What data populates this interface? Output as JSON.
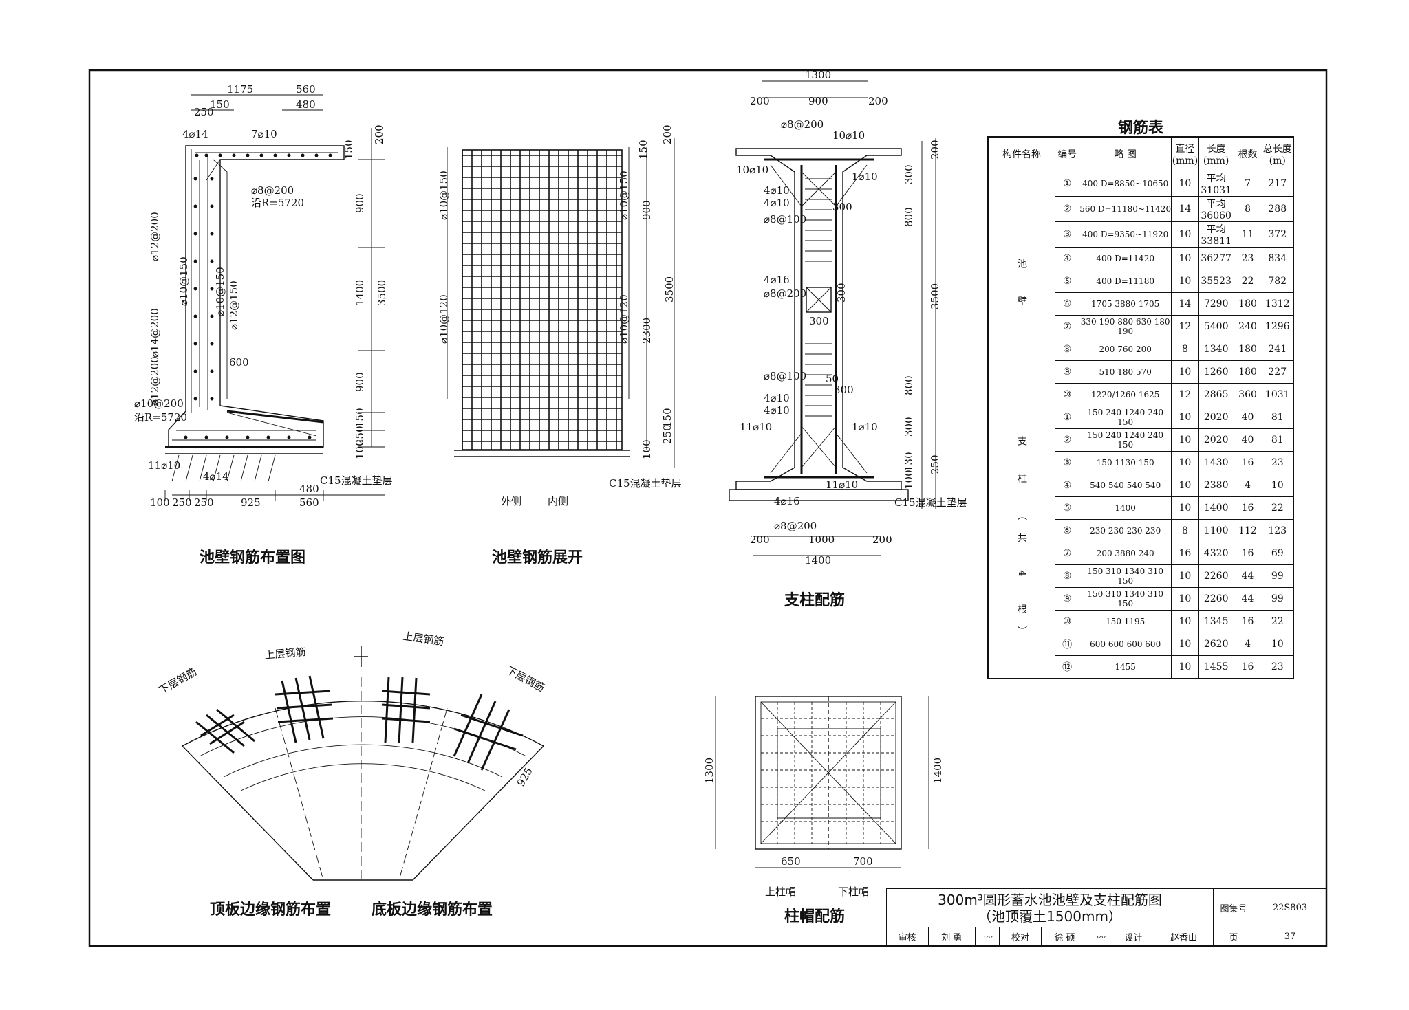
{
  "drawings": {
    "wall_layout": {
      "caption": "池壁钢筋布置图",
      "dims_top": [
        "1175",
        "560",
        "150",
        "480",
        "250"
      ],
      "dims_bottom": [
        "100",
        "250",
        "250",
        "925",
        "480",
        "560"
      ],
      "dims_right": [
        "200",
        "150",
        "900",
        "1400",
        "3500",
        "900",
        "150",
        "250",
        "100"
      ],
      "labels": [
        "4⌀14",
        "7⌀10",
        "⌀8@200",
        "沿R=5720",
        "⌀12@200",
        "⌀14@200",
        "⌀10@150",
        "⌀10@150",
        "⌀12@150",
        "⌀12@200",
        "600",
        "⌀10@200",
        "沿R=5720",
        "11⌀10",
        "4⌀14",
        "C15混凝土垫层"
      ]
    },
    "wall_unfolded": {
      "caption": "池壁钢筋展开",
      "labels": [
        "⌀10@150",
        "⌀10@150",
        "⌀10@120",
        "⌀10@120",
        "外侧",
        "内侧",
        "C15混凝土垫层"
      ],
      "dims_right": [
        "200",
        "150",
        "900",
        "3500",
        "2300",
        "150",
        "250",
        "100"
      ]
    },
    "column": {
      "caption": "支柱配筋",
      "dims_top": [
        "1300",
        "200",
        "900",
        "200"
      ],
      "dims_bottom": [
        "200",
        "1000",
        "200",
        "1400"
      ],
      "dims_right": [
        "200",
        "300",
        "800",
        "3500",
        "800",
        "300",
        "130",
        "100",
        "250"
      ],
      "labels": [
        "⌀8@200",
        "10⌀10",
        "10⌀10",
        "1⌀10",
        "4⌀10",
        "4⌀10",
        "⌀8@100",
        "300",
        "4⌀16",
        "⌀8@200",
        "300",
        "300",
        "⌀8@100",
        "50",
        "300",
        "4⌀10",
        "4⌀10",
        "11⌀10",
        "1⌀10",
        "4⌀16",
        "⌀8@200",
        "11⌀10",
        "C15混凝土垫层"
      ]
    },
    "edge_rebar": {
      "caption_top": "顶板边缘钢筋布置",
      "caption_bottom": "底板边缘钢筋布置",
      "labels": [
        "下层钢筋",
        "上层钢筋",
        "上层钢筋",
        "下层钢筋",
        "925"
      ]
    },
    "cap": {
      "caption": "柱帽配筋",
      "dims": [
        "1300",
        "1400",
        "650",
        "700"
      ],
      "labels": [
        "上柱帽",
        "下柱帽"
      ]
    }
  },
  "rebar_table": {
    "title": "钢筋表",
    "headers": [
      "构件名称",
      "编号",
      "略 图",
      "直径(mm)",
      "长度(mm)",
      "根数",
      "总长度(m)"
    ],
    "groups": [
      {
        "name": "池 壁",
        "rows": [
          {
            "no": "①",
            "sketch": "400 D=8850~10650",
            "dia": "10",
            "len": "平均31031",
            "count": "7",
            "total": "217"
          },
          {
            "no": "②",
            "sketch": "560 D=11180~11420",
            "dia": "14",
            "len": "平均36060",
            "count": "8",
            "total": "288"
          },
          {
            "no": "③",
            "sketch": "400 D=9350~11920",
            "dia": "10",
            "len": "平均33811",
            "count": "11",
            "total": "372"
          },
          {
            "no": "④",
            "sketch": "400 D=11420",
            "dia": "10",
            "len": "36277",
            "count": "23",
            "total": "834"
          },
          {
            "no": "⑤",
            "sketch": "400 D=11180",
            "dia": "10",
            "len": "35523",
            "count": "22",
            "total": "782"
          },
          {
            "no": "⑥",
            "sketch": "1705 3880 1705",
            "dia": "14",
            "len": "7290",
            "count": "180",
            "total": "1312"
          },
          {
            "no": "⑦",
            "sketch": "330 190 880 630 180 190",
            "dia": "12",
            "len": "5400",
            "count": "240",
            "total": "1296"
          },
          {
            "no": "⑧",
            "sketch": "200 760 200",
            "dia": "8",
            "len": "1340",
            "count": "180",
            "total": "241"
          },
          {
            "no": "⑨",
            "sketch": "510 180 570",
            "dia": "10",
            "len": "1260",
            "count": "180",
            "total": "227"
          },
          {
            "no": "⑩",
            "sketch": "1220/1260 1625",
            "dia": "12",
            "len": "2865",
            "count": "360",
            "total": "1031"
          }
        ]
      },
      {
        "name": "支 柱 （共 4 根）",
        "rows": [
          {
            "no": "①",
            "sketch": "150 240 1240 240 150",
            "dia": "10",
            "len": "2020",
            "count": "40",
            "total": "81"
          },
          {
            "no": "②",
            "sketch": "150 240 1240 240 150",
            "dia": "10",
            "len": "2020",
            "count": "40",
            "total": "81"
          },
          {
            "no": "③",
            "sketch": "150 1130 150",
            "dia": "10",
            "len": "1430",
            "count": "16",
            "total": "23"
          },
          {
            "no": "④",
            "sketch": "540 540 540 540",
            "dia": "10",
            "len": "2380",
            "count": "4",
            "total": "10"
          },
          {
            "no": "⑤",
            "sketch": "1400",
            "dia": "10",
            "len": "1400",
            "count": "16",
            "total": "22"
          },
          {
            "no": "⑥",
            "sketch": "230 230 230 230",
            "dia": "8",
            "len": "1100",
            "count": "112",
            "total": "123"
          },
          {
            "no": "⑦",
            "sketch": "200 3880 240",
            "dia": "16",
            "len": "4320",
            "count": "16",
            "total": "69"
          },
          {
            "no": "⑧",
            "sketch": "150 310 1340 310 150",
            "dia": "10",
            "len": "2260",
            "count": "44",
            "total": "99"
          },
          {
            "no": "⑨",
            "sketch": "150 310 1340 310 150",
            "dia": "10",
            "len": "2260",
            "count": "44",
            "total": "99"
          },
          {
            "no": "⑩",
            "sketch": "150 1195",
            "dia": "10",
            "len": "1345",
            "count": "16",
            "total": "22"
          },
          {
            "no": "⑪",
            "sketch": "600 600 600 600",
            "dia": "10",
            "len": "2620",
            "count": "4",
            "total": "10"
          },
          {
            "no": "⑫",
            "sketch": "1455",
            "dia": "10",
            "len": "1455",
            "count": "16",
            "total": "23"
          }
        ]
      }
    ]
  },
  "title_block": {
    "title_line1": "300m³圆形蓄水池池壁及支柱配筋图",
    "title_line2": "（池顶覆土1500mm）",
    "atlas_label": "图集号",
    "atlas_no": "22S803",
    "review_label": "审核",
    "reviewer": "刘 勇",
    "check_label": "校对",
    "checker": "徐 硕",
    "design_label": "设计",
    "designer": "赵香山",
    "page_label": "页",
    "page_no": "37"
  }
}
